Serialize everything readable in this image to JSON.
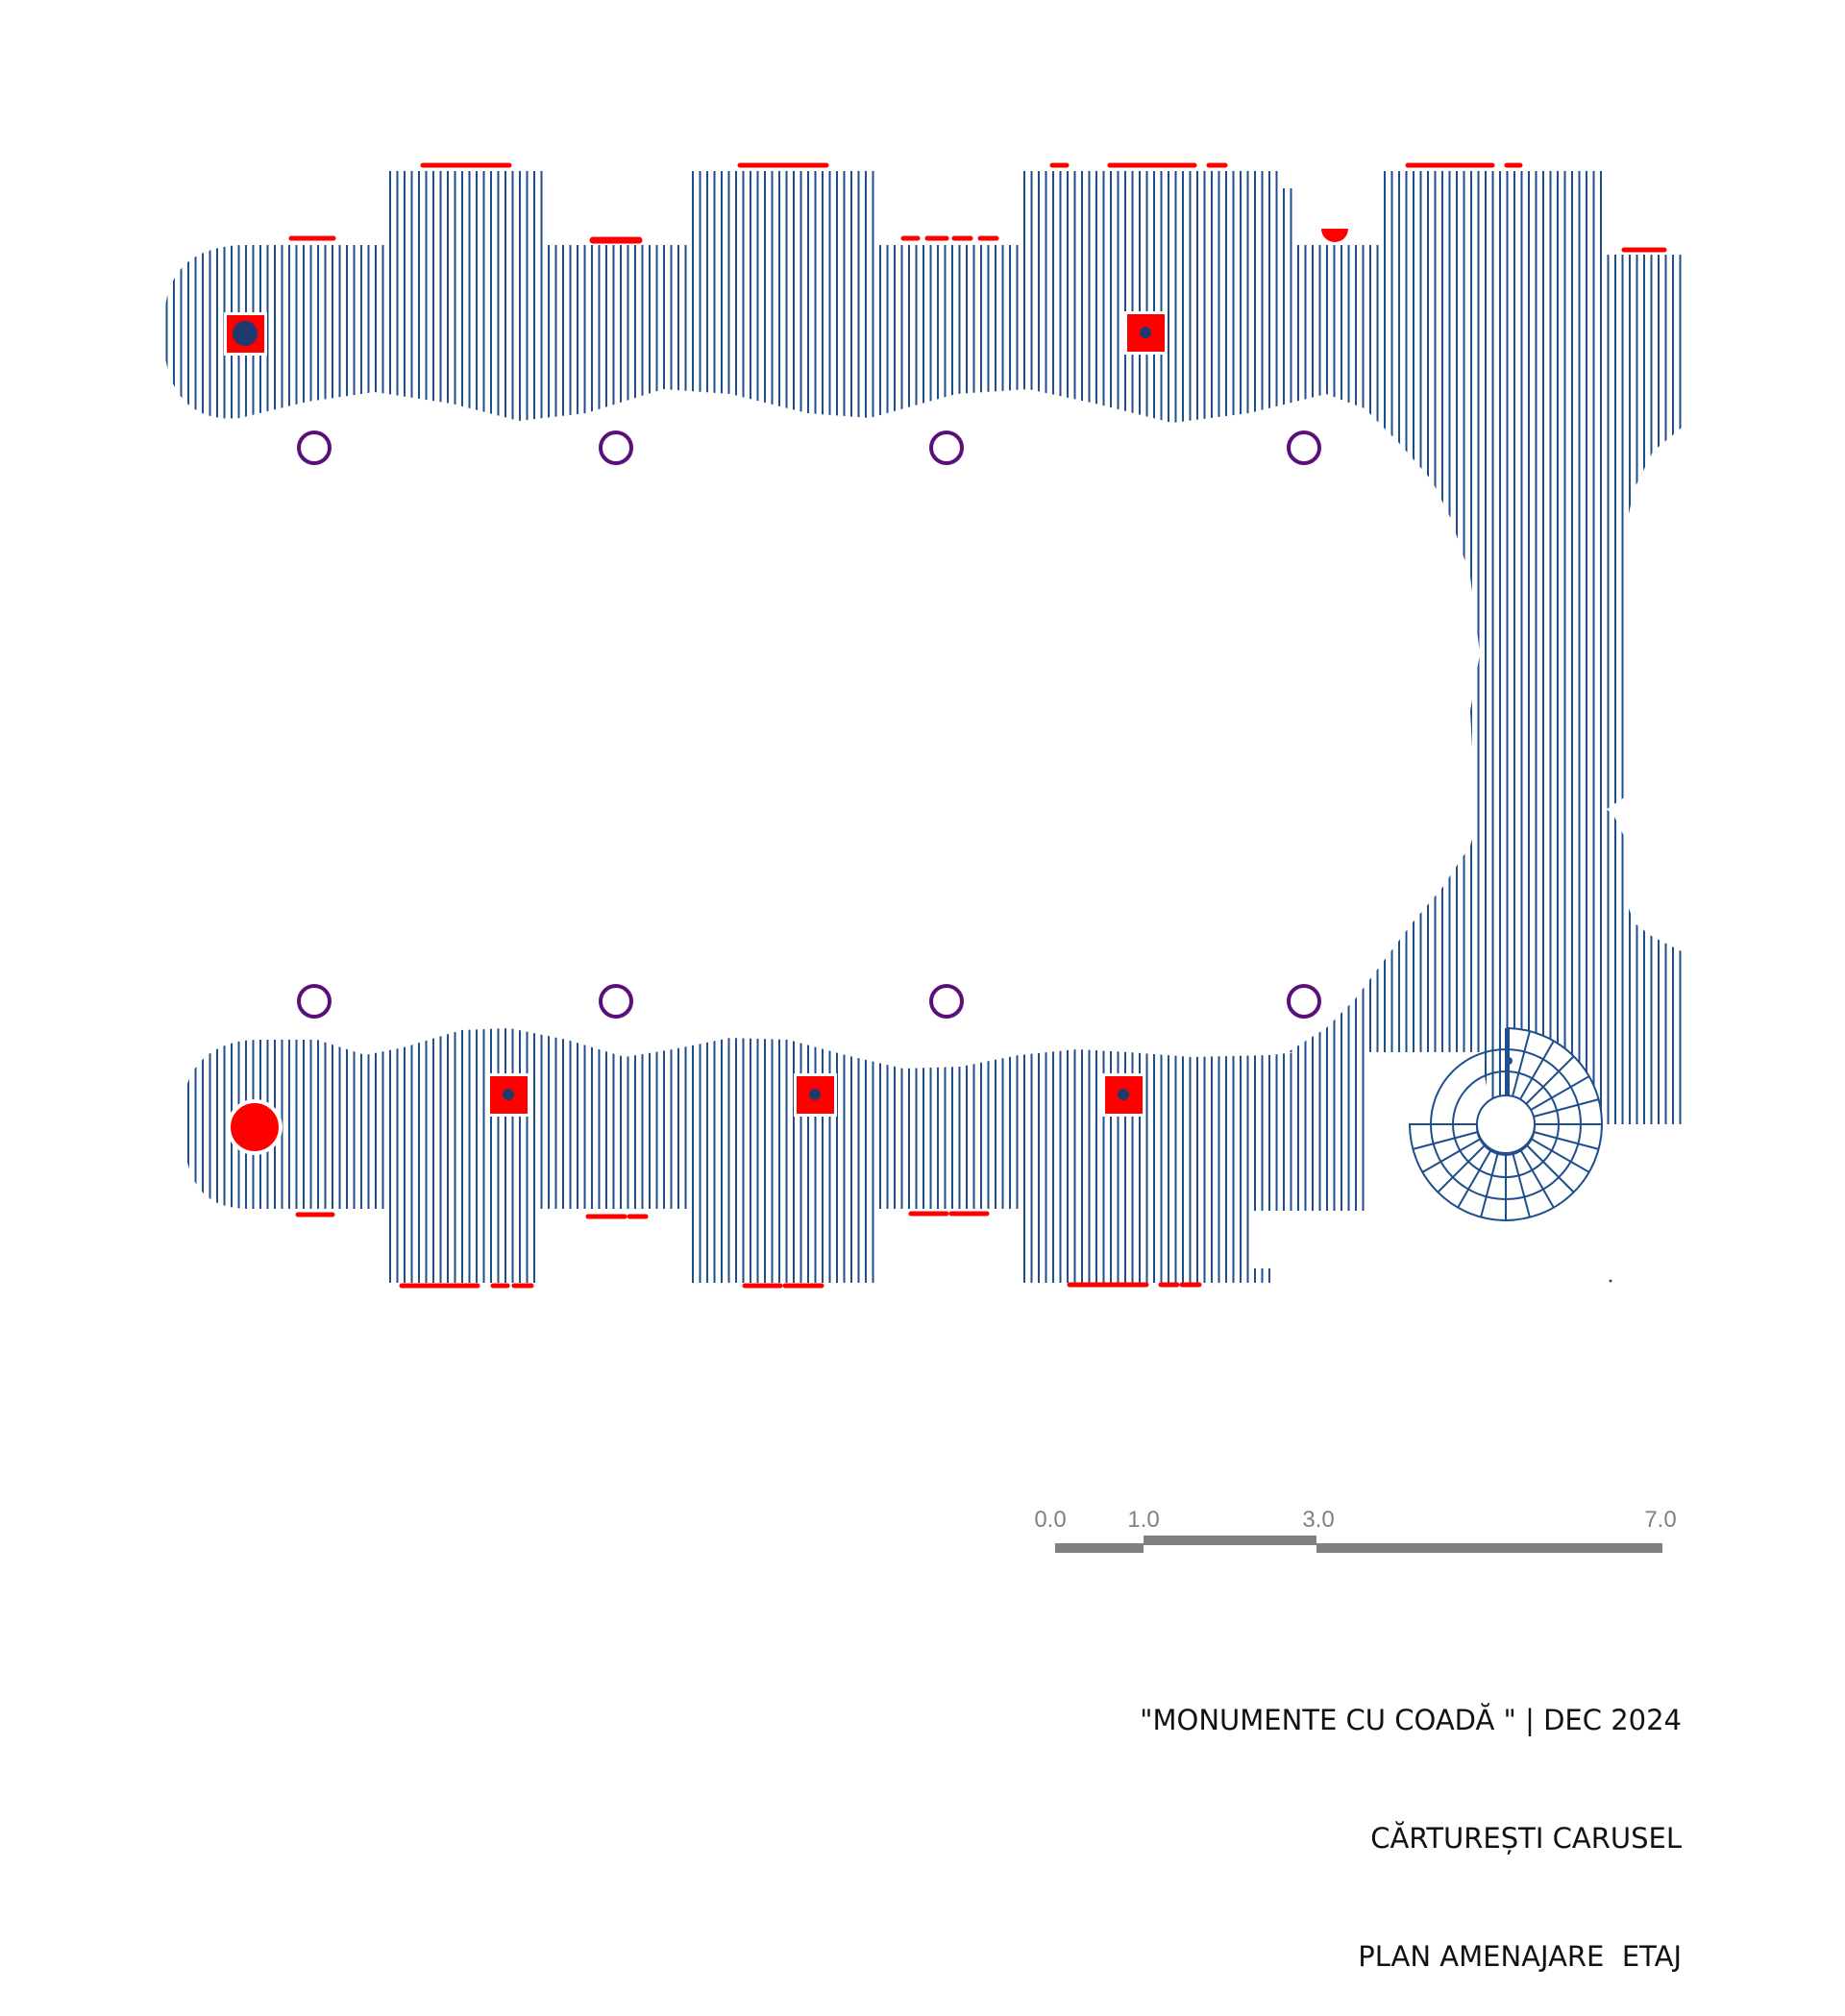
{
  "colors": {
    "hatch": "#1f4e8c",
    "accent_red": "#ff0000",
    "column_ring": "#5b0f7a",
    "post_dot": "#1f3a6e",
    "scale_bar": "#808080",
    "text": "#111111"
  },
  "scale_bar": {
    "ticks": [
      "0.0",
      "1.0",
      "3.0",
      "7.0"
    ]
  },
  "title_block": {
    "line1": "\"MONUMENTE CU COADĂ \" | DEC 2024",
    "line2": "CĂRTUREȘTI CARUSEL",
    "line3": "PLAN AMENAJARE  ETAJ"
  },
  "legend_icons": {
    "column": "column-ring-icon",
    "post": "square-post-icon",
    "stair": "spiral-stair-icon",
    "fixture": "round-fixture-icon"
  }
}
